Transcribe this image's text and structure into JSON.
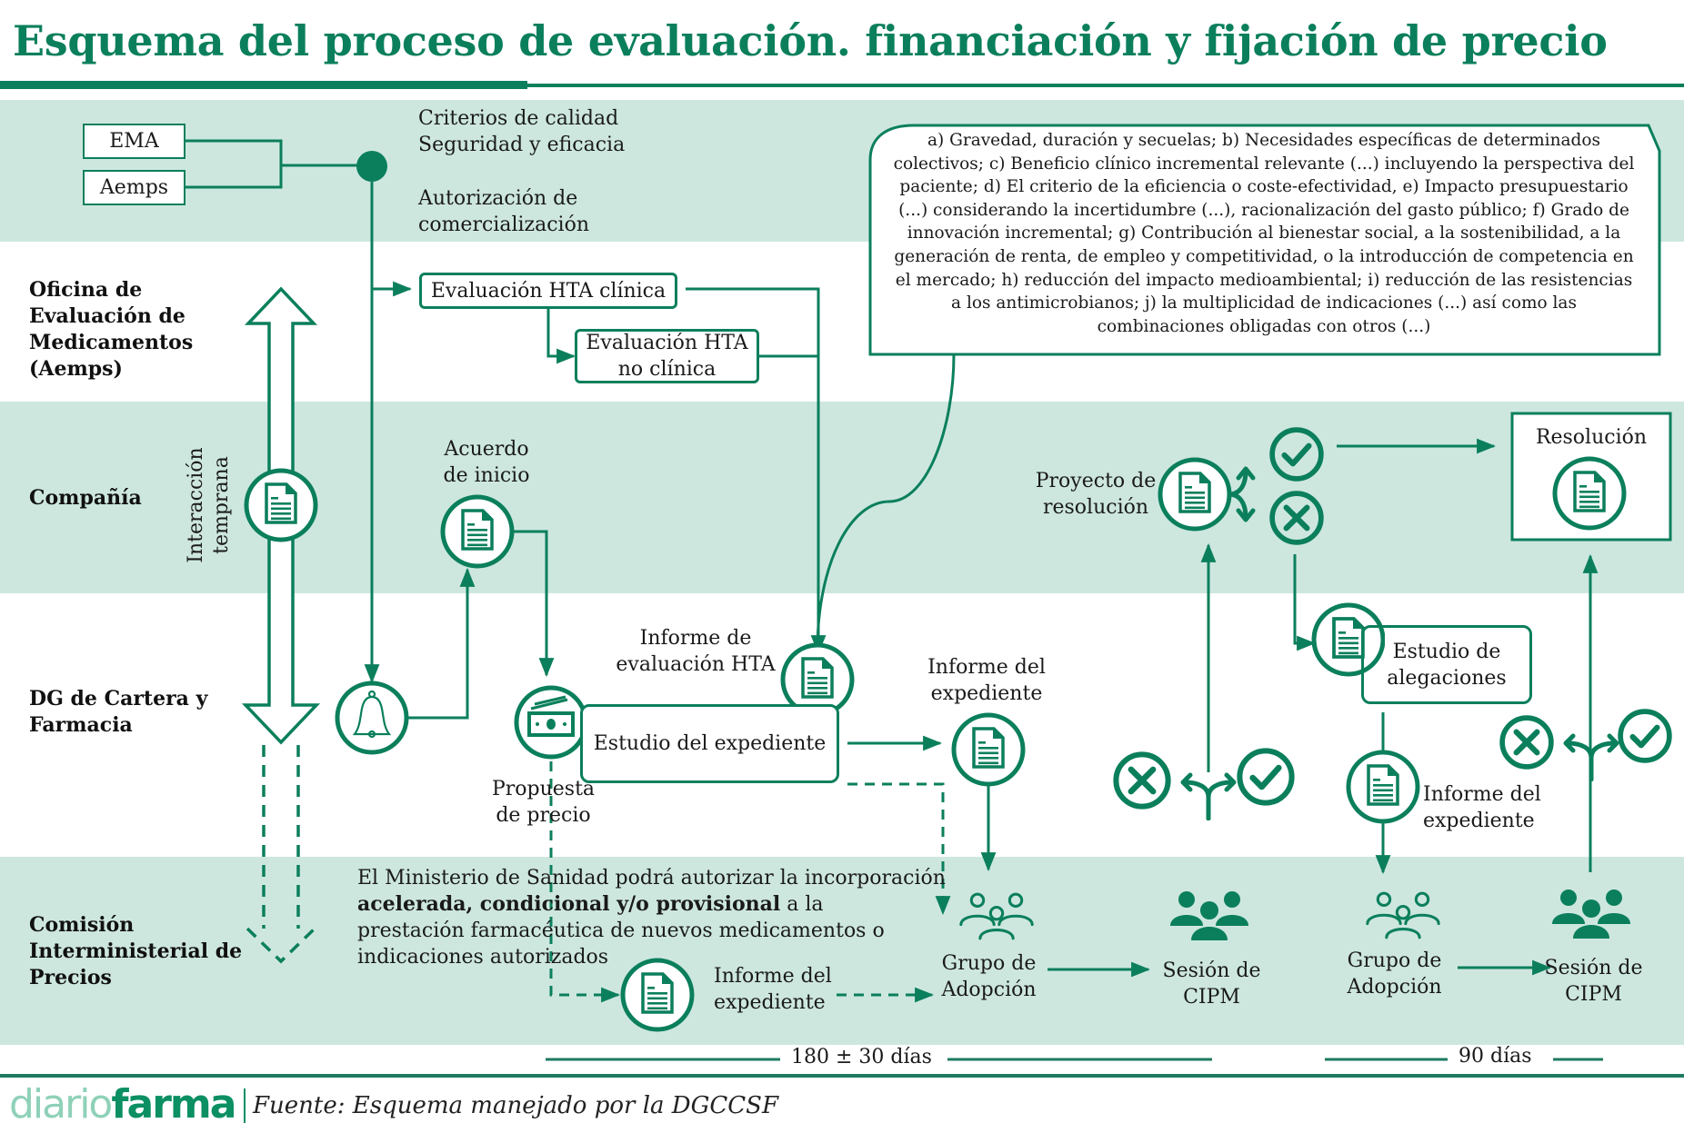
{
  "title": "Esquema del proceso de evaluación. financiación y fijación de precio",
  "colors": {
    "accent": "#0b7f5c",
    "band": "#cde7df",
    "logo_light": "#8fd1b8",
    "logo_dark": "#0b8f63"
  },
  "rows": [
    {
      "label": ""
    },
    {
      "label": "Oficina de Evaluación de Medicamentos (Aemps)",
      "lines": [
        "Oficina de",
        "Evaluación de",
        "Medicamentos",
        "(Aemps)"
      ]
    },
    {
      "label": "Compañía",
      "lines": [
        "Compañía"
      ]
    },
    {
      "label": "DG de Cartera y Farmacia",
      "lines": [
        "DG de Cartera y",
        "Farmacia"
      ]
    },
    {
      "label": "Comisión Interministerial de Precios",
      "lines": [
        "Comisión",
        "Interministerial de",
        "Precios"
      ]
    }
  ],
  "sources": {
    "ema": "EMA",
    "aemps": "Aemps"
  },
  "authorization": {
    "criteria_l1": "Criterios de calidad",
    "criteria_l2": "Seguridad y eficacia",
    "auth_l1": "Autorización de",
    "auth_l2": "comercialización"
  },
  "hta": {
    "clinical": "Evaluación HTA clínica",
    "nonclinical_l1": "Evaluación HTA",
    "nonclinical_l2": "no clínica"
  },
  "criteria_callout": {
    "lines": [
      "a) Gravedad, duración y secuelas; b) Necesidades específicas de determinados",
      "colectivos; c) Beneficio clínico incremental relevante (...) incluyendo la perspectiva del",
      "paciente; d) El criterio de la eficiencia o coste-efectividad, e) Impacto presupuestario",
      "(...) considerando la incertidumbre (...), racionalización del gasto público; f) Grado de",
      "innovación incremental; g) Contribución al bienestar social, a la sostenibilidad, a la",
      "generación de renta, de empleo y competitividad, o la introducción de competencia en",
      "el mercado; h) reducción del impacto medioambiental; i) reducción de las resistencias",
      "a los antimicrobianos; j) la multiplicidad de indicaciones (...) así como las",
      "combinaciones obligadas con otros (...)"
    ]
  },
  "early_interaction": {
    "l1": "Interacción",
    "l2": "temprana"
  },
  "nodes": {
    "acuerdo_l1": "Acuerdo",
    "acuerdo_l2": "de inicio",
    "propuesta_l1": "Propuesta",
    "propuesta_l2": "de precio",
    "informe_hta_l1": "Informe de",
    "informe_hta_l2": "evaluación HTA",
    "estudio_expediente": "Estudio del expediente",
    "informe_exp_l1": "Informe del",
    "informe_exp_l2": "expediente",
    "proyecto_l1": "Proyecto de",
    "proyecto_l2": "resolución",
    "resolucion": "Resolución",
    "alegaciones_l1": "Estudio de",
    "alegaciones_l2": "alegaciones",
    "informe_exp2_l1": "Informe del",
    "informe_exp2_l2": "expediente",
    "informe_exp3_l1": "Informe del",
    "informe_exp3_l2": "expediente",
    "grupo1_l1": "Grupo de",
    "grupo1_l2": "Adopción",
    "sesion1_l1": "Sesión de",
    "sesion1_l2": "CIPM",
    "grupo2_l1": "Grupo de",
    "grupo2_l2": "Adopción",
    "sesion2_l1": "Sesión de",
    "sesion2_l2": "CIPM"
  },
  "ministry_note": {
    "l1": "El Ministerio de Sanidad podrá autorizar la incorporación",
    "l2_bold": "acelerada, condicional y/o provisional",
    "l2_rest": " a la",
    "l3": "prestación farmacéutica de nuevos medicamentos o",
    "l4": "indicaciones autorizados"
  },
  "timeline": {
    "phase1": "180 ± 30 días",
    "phase2": "90 días"
  },
  "footer": {
    "logo_light": "diario",
    "logo_bold": "farma",
    "source": "Fuente: Esquema manejado por la DGCCSF"
  }
}
